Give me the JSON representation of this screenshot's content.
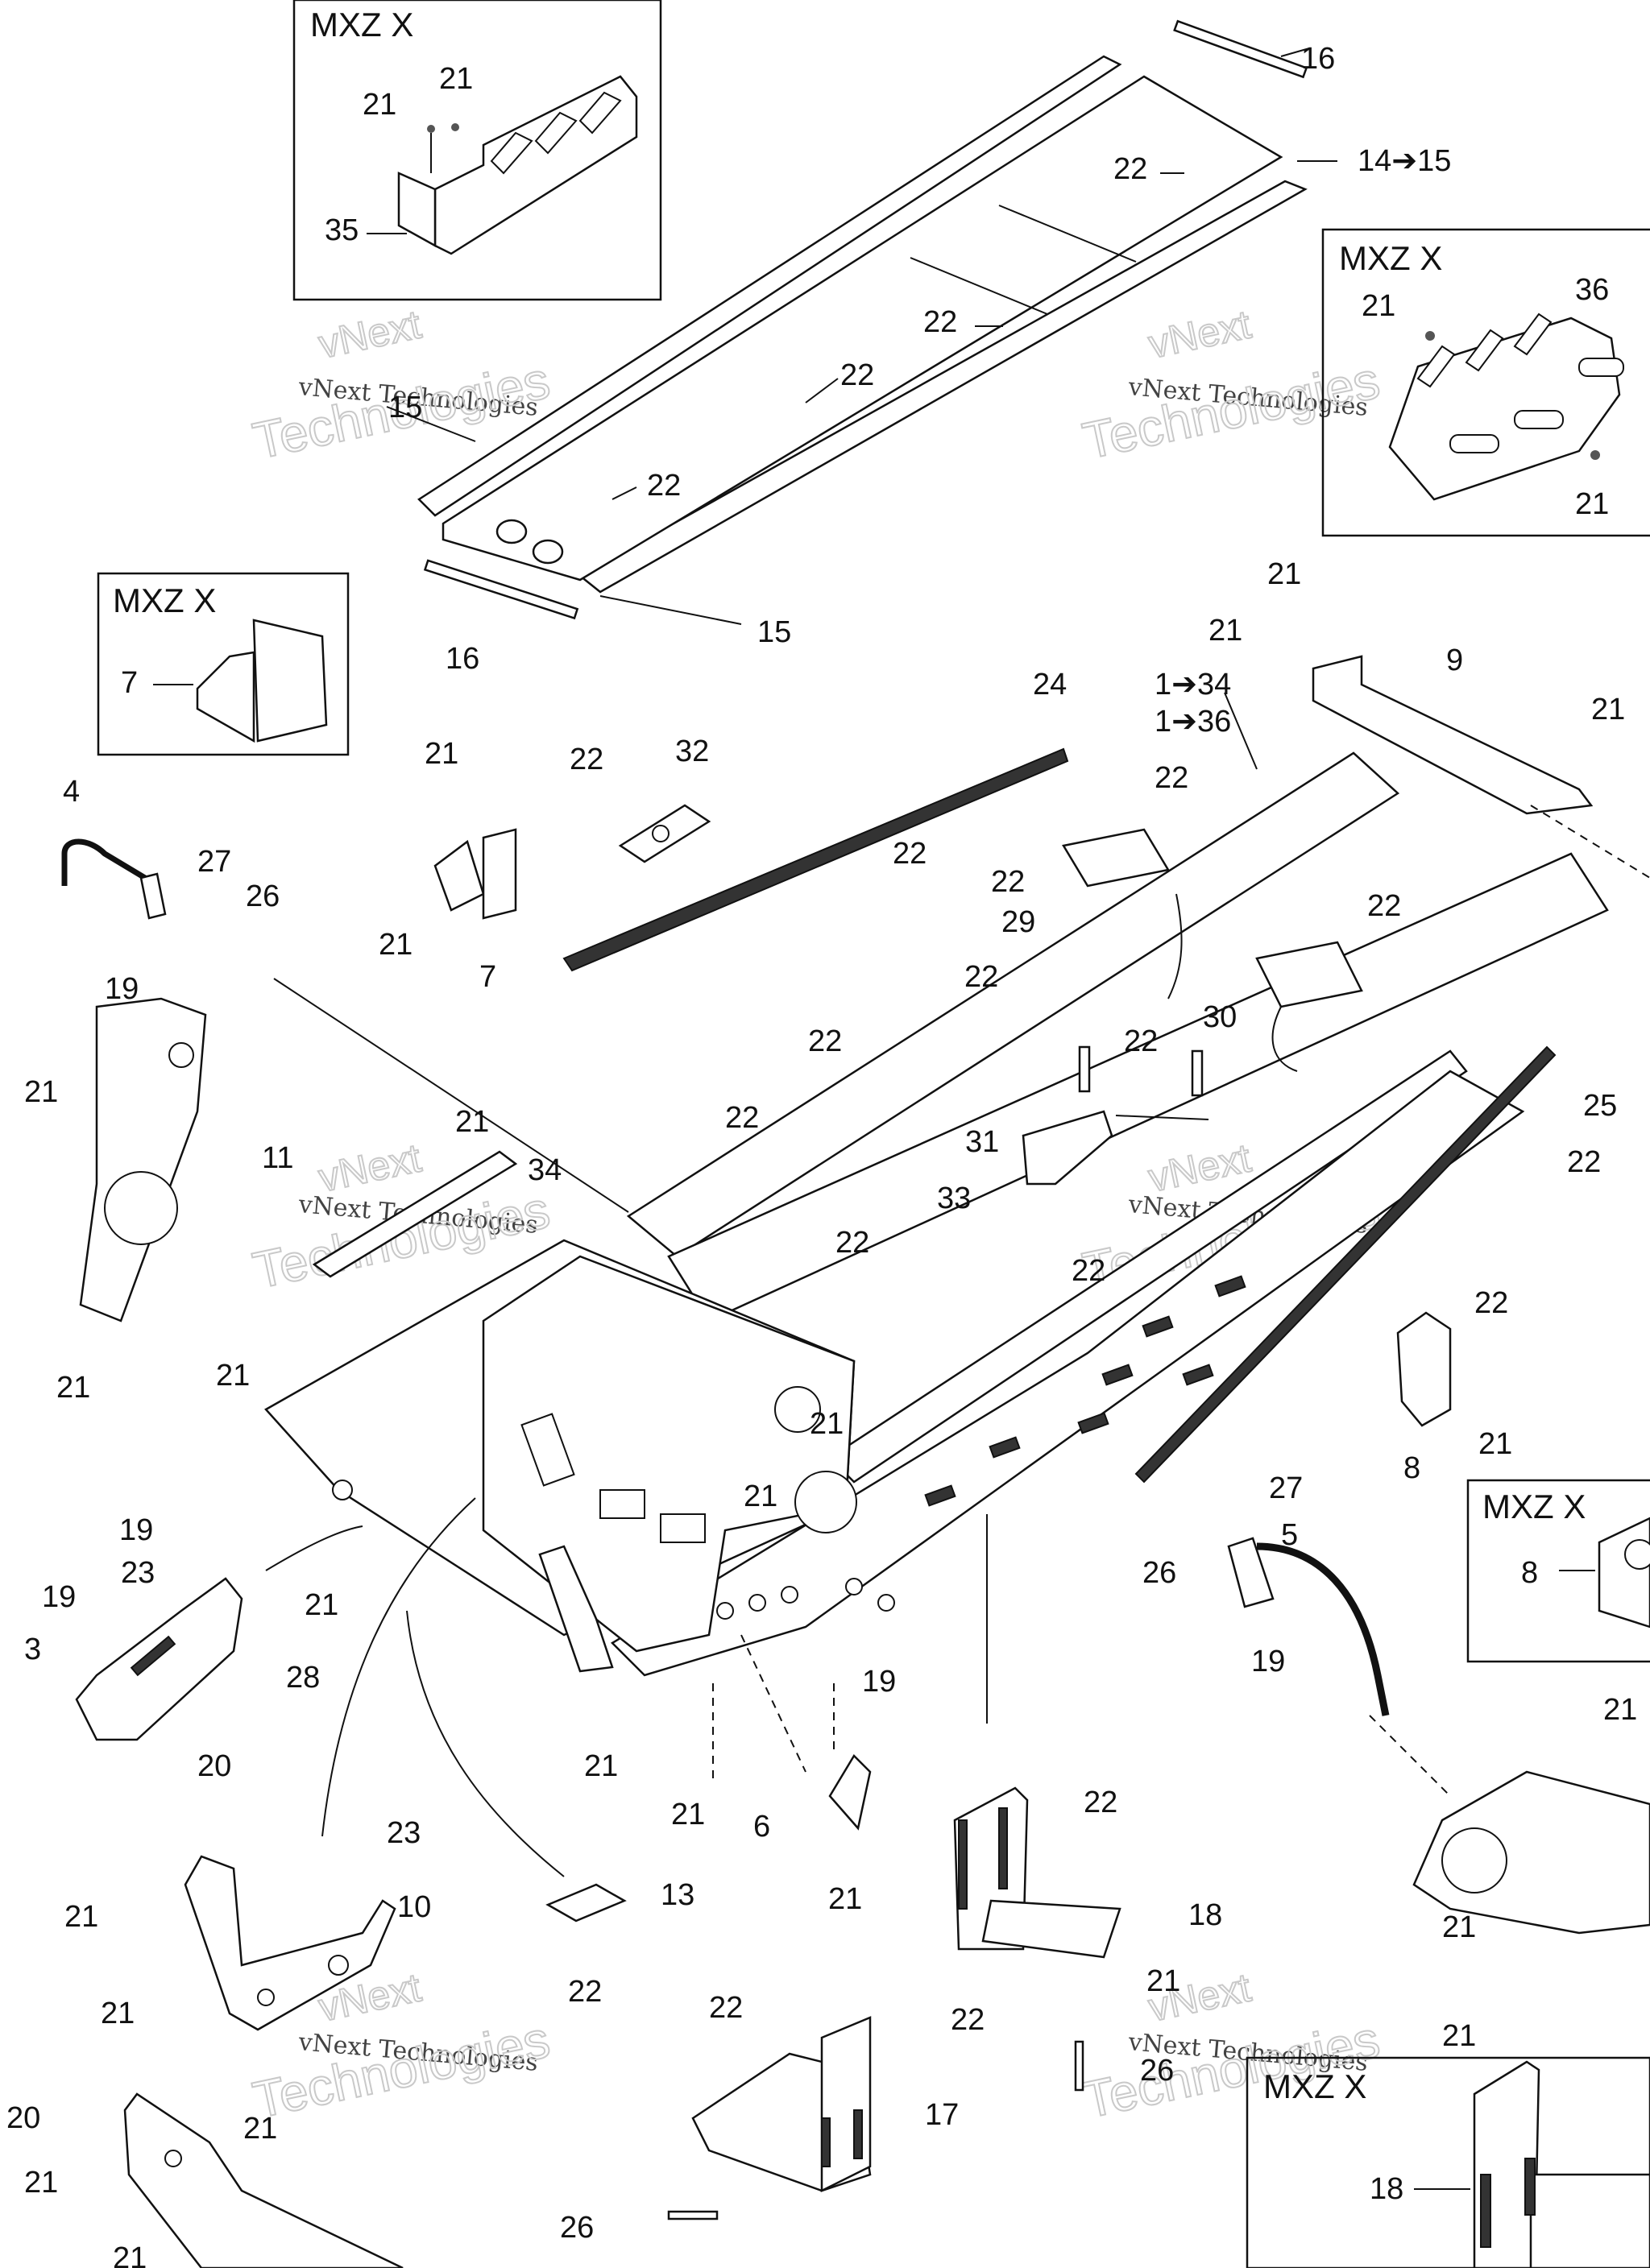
{
  "inset_boxes": [
    {
      "title": "MXZ X"
    },
    {
      "title": "MXZ X"
    },
    {
      "title": "MXZ X"
    },
    {
      "title": "MXZ X"
    },
    {
      "title": "MXZ X"
    }
  ],
  "callouts": [
    "21",
    "21",
    "35",
    "16",
    "14➔15",
    "22",
    "22",
    "22",
    "15",
    "22",
    "15",
    "16",
    "MXZ X",
    "21",
    "36",
    "21",
    "7",
    "21",
    "21",
    "9",
    "21",
    "1➔34",
    "1➔36",
    "24",
    "21",
    "22",
    "32",
    "22",
    "22",
    "22",
    "29",
    "22",
    "22",
    "4",
    "27",
    "26",
    "21",
    "7",
    "19",
    "22",
    "30",
    "22",
    "22",
    "25",
    "21",
    "11",
    "21",
    "34",
    "22",
    "31",
    "33",
    "22",
    "22",
    "22",
    "21",
    "21",
    "21",
    "21",
    "8",
    "21",
    "21",
    "21",
    "27",
    "5",
    "26",
    "19",
    "8",
    "19",
    "23",
    "19",
    "3",
    "28",
    "21",
    "20",
    "21",
    "19",
    "21",
    "6",
    "22",
    "18",
    "21",
    "21",
    "23",
    "10",
    "13",
    "21",
    "22",
    "21",
    "22",
    "21",
    "26",
    "21",
    "20",
    "22",
    "17",
    "21",
    "18",
    "21",
    "26",
    "21"
  ],
  "watermark": {
    "line1": "vNext Technologies",
    "line2": "vNext",
    "line3": "Technologies"
  }
}
